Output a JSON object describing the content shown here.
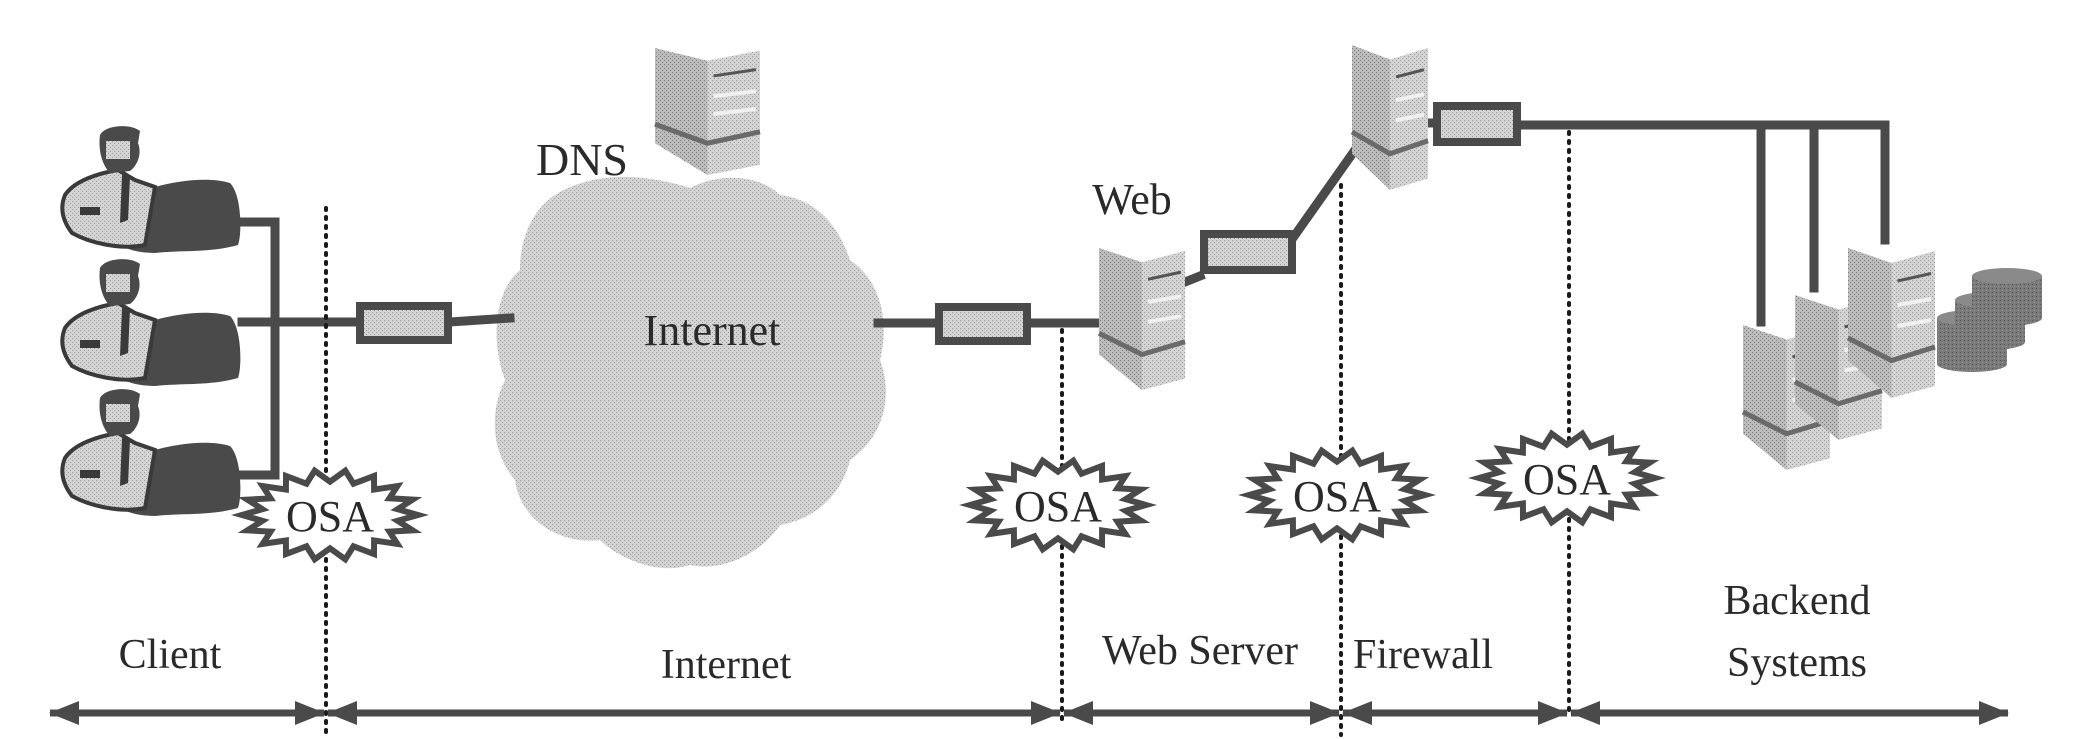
{
  "diagram": {
    "colors": {
      "line": "#4a4a4a",
      "cloud": "#c8c8c8",
      "box_fill": "#b9b9b9",
      "server_light": "#d6d6d6",
      "server_mid": "#bdbdbd",
      "server_dark": "#8e8e8e",
      "text": "#2a2a2a",
      "database": "#6e6e6e"
    },
    "labels": {
      "dns": "DNS",
      "internet_cloud": "Internet",
      "web": "Web"
    },
    "osa_badges": [
      {
        "label": "OSA"
      },
      {
        "label": "OSA"
      },
      {
        "label": "OSA"
      },
      {
        "label": "OSA"
      }
    ],
    "zones": [
      {
        "label": "Client"
      },
      {
        "label": "Internet"
      },
      {
        "label": "Web Server"
      },
      {
        "label": "Firewall"
      },
      {
        "label_line1": "Backend",
        "label_line2": "Systems"
      }
    ],
    "nodes": {
      "clients": [
        "client-1",
        "client-2",
        "client-3"
      ],
      "dns_server": "DNS",
      "web_server": "Web",
      "firewall": "Firewall",
      "backend_servers": [
        "backend-1",
        "backend-2",
        "backend-3"
      ],
      "database": "database"
    }
  }
}
